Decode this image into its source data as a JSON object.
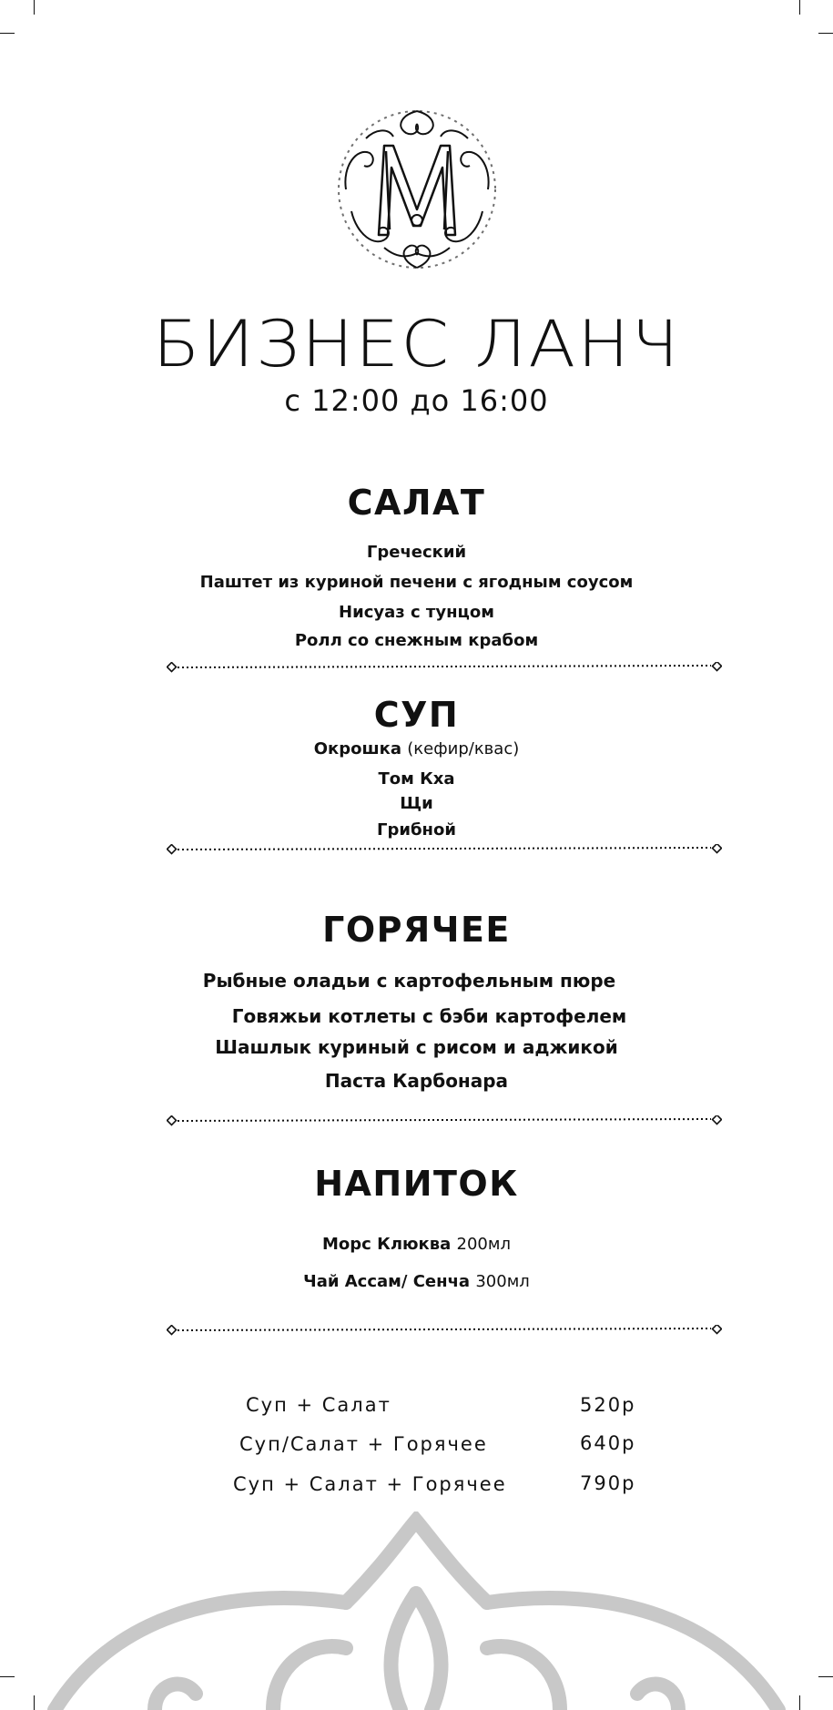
{
  "header": {
    "title": "БИЗНЕС ЛАНЧ",
    "hours": "с 12:00 до 16:00"
  },
  "sections": [
    {
      "title": "САЛАТ",
      "items": [
        {
          "name": "Греческий"
        },
        {
          "name": "Паштет из куриной печени с ягодным соусом"
        },
        {
          "name": "Нисуаз с тунцом"
        },
        {
          "name": "Ролл со снежным крабом"
        }
      ]
    },
    {
      "title": "СУП",
      "items": [
        {
          "name": "Окрошка",
          "note": "(кефир/квас)"
        },
        {
          "name": "Том Кха"
        },
        {
          "name": "Щи"
        },
        {
          "name": "Грибной"
        }
      ]
    },
    {
      "title": "ГОРЯЧЕЕ",
      "items": [
        {
          "name": "Рыбные оладьи с картофельным пюре"
        },
        {
          "name": "Говяжьи котлеты с бэби картофелем"
        },
        {
          "name": "Шашлык куриный с рисом  и аджикой"
        },
        {
          "name": "Паста Карбонара"
        }
      ]
    },
    {
      "title": "НАПИТОК",
      "items": [
        {
          "name": "Морс Клюква",
          "note": "200мл"
        },
        {
          "name": "Чай Ассам/ Сенча",
          "note": "300мл"
        }
      ]
    }
  ],
  "combos": [
    {
      "label": "Суп + Салат",
      "price": "520р"
    },
    {
      "label": "Суп/Салат + Горячее",
      "price": "640р"
    },
    {
      "label": "Суп + Салат + Горячее",
      "price": "790р"
    }
  ],
  "logo": {
    "letter": "M"
  },
  "colors": {
    "text": "#111111",
    "ornament": "#c8c8c8"
  }
}
